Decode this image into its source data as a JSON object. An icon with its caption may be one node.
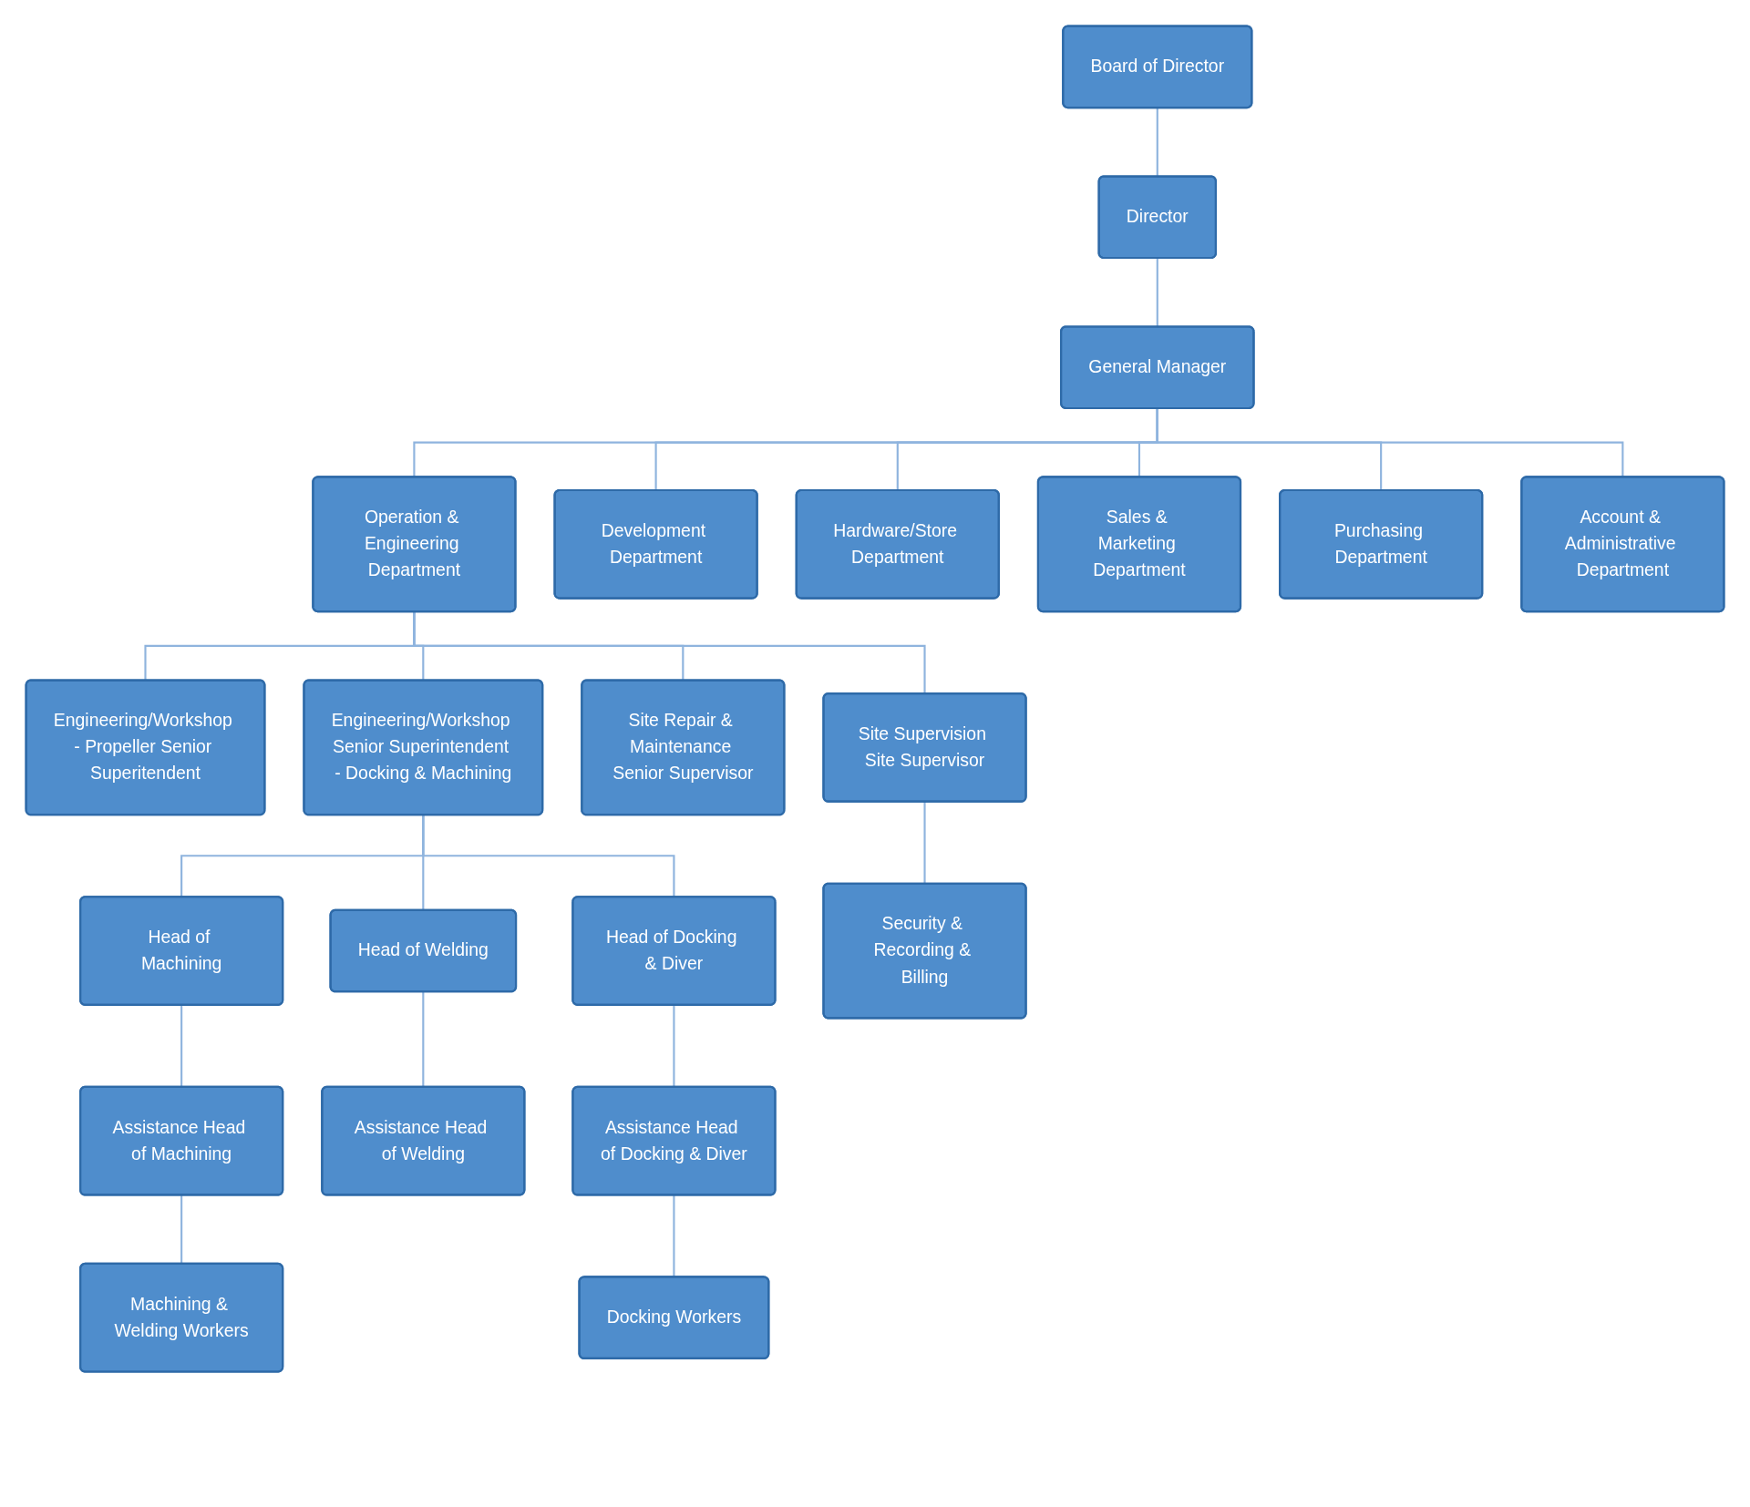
{
  "diagram": {
    "nodes": [
      {
        "text": [
          "Board of Director"
        ]
      },
      {
        "text": [
          "Director"
        ]
      },
      {
        "text": [
          "General Manager"
        ]
      },
      {
        "text": [
          "Operation & Engineering Department"
        ]
      },
      {
        "text": [
          "Development Department"
        ]
      },
      {
        "text": [
          "Hardware/Store Department"
        ]
      },
      {
        "text": [
          "Sales & Marketing Department"
        ]
      },
      {
        "text": [
          "Purchasing Department"
        ]
      },
      {
        "text": [
          "Account & Administrative Department"
        ]
      },
      {
        "text": [
          "Engineering/Workshop - Propeller Senior Superitendent"
        ]
      },
      {
        "text": [
          "Engineering/Workshop Senior Superintendent - Docking & Machining"
        ]
      },
      {
        "text": [
          "Site Repair & Maintenance Senior Supervisor"
        ]
      },
      {
        "text": [
          "Site Supervision Site Supervisor"
        ]
      },
      {
        "text": [
          "Head of Machining"
        ]
      },
      {
        "text": [
          "Head of Welding"
        ]
      },
      {
        "text": [
          "Head of Docking & Diver"
        ]
      },
      {
        "text": [
          "Security & Recording & Billing"
        ]
      },
      {
        "text": [
          "Assistance Head of Machining"
        ]
      },
      {
        "text": [
          "Assistance Head of Welding"
        ]
      },
      {
        "text": [
          "Assistance Head of Docking & Diver"
        ]
      },
      {
        "text": [
          "Machining & Welding Workers"
        ]
      },
      {
        "text": [
          "Docking Workers"
        ]
      }
    ],
    "edges": [
      {
        "from": 0,
        "to": 1,
        "arrow": "none"
      },
      {
        "from": 1,
        "to": 2,
        "arrow": "none"
      },
      {
        "from": 2,
        "to": 3,
        "arrow": "none"
      },
      {
        "from": 2,
        "to": 4,
        "arrow": "none"
      },
      {
        "from": 2,
        "to": 5,
        "arrow": "none"
      },
      {
        "from": 2,
        "to": 6,
        "arrow": "none"
      },
      {
        "from": 2,
        "to": 7,
        "arrow": "none"
      },
      {
        "from": 2,
        "to": 8,
        "arrow": "none"
      },
      {
        "from": 3,
        "to": 9,
        "arrow": "none"
      },
      {
        "from": 3,
        "to": 10,
        "arrow": "none"
      },
      {
        "from": 3,
        "to": 11,
        "arrow": "none"
      },
      {
        "from": 3,
        "to": 12,
        "arrow": "none"
      },
      {
        "from": 10,
        "to": 13,
        "arrow": "none"
      },
      {
        "from": 10,
        "to": 14,
        "arrow": "none"
      },
      {
        "from": 10,
        "to": 15,
        "arrow": "none"
      },
      {
        "from": 12,
        "to": 16,
        "arrow": "none"
      },
      {
        "from": 13,
        "to": 17,
        "arrow": "none"
      },
      {
        "from": 14,
        "to": 18,
        "arrow": "none"
      },
      {
        "from": 15,
        "to": 19,
        "arrow": "none"
      },
      {
        "from": 17,
        "to": 20,
        "arrow": "none"
      },
      {
        "from": 19,
        "to": 21,
        "arrow": "none"
      }
    ]
  }
}
